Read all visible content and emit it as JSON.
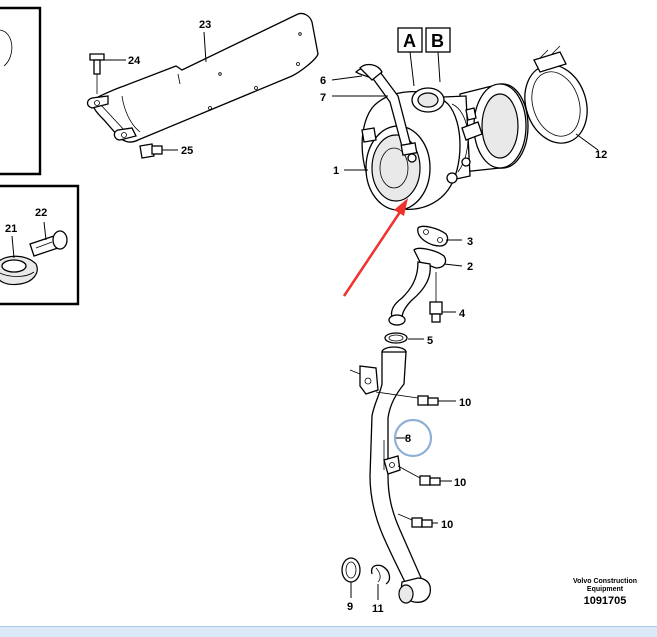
{
  "diagram": {
    "callouts": {
      "c1": "1",
      "c2": "2",
      "c3": "3",
      "c4": "4",
      "c5": "5",
      "c6": "6",
      "c7": "7",
      "c8": "8",
      "c9": "9",
      "c10a": "10",
      "c10b": "10",
      "c10c": "10",
      "c11": "11",
      "c12": "12",
      "c21": "21",
      "c22": "22",
      "c23": "23",
      "c24": "24",
      "c25": "25"
    },
    "boxed_letters": {
      "a": "A",
      "b": "B"
    },
    "highlight_color": "#8fb0d6",
    "arrow_color": "#f0322d"
  },
  "reference": {
    "line1": "Volvo Construction",
    "line2": "Equipment",
    "number": "1091705"
  }
}
